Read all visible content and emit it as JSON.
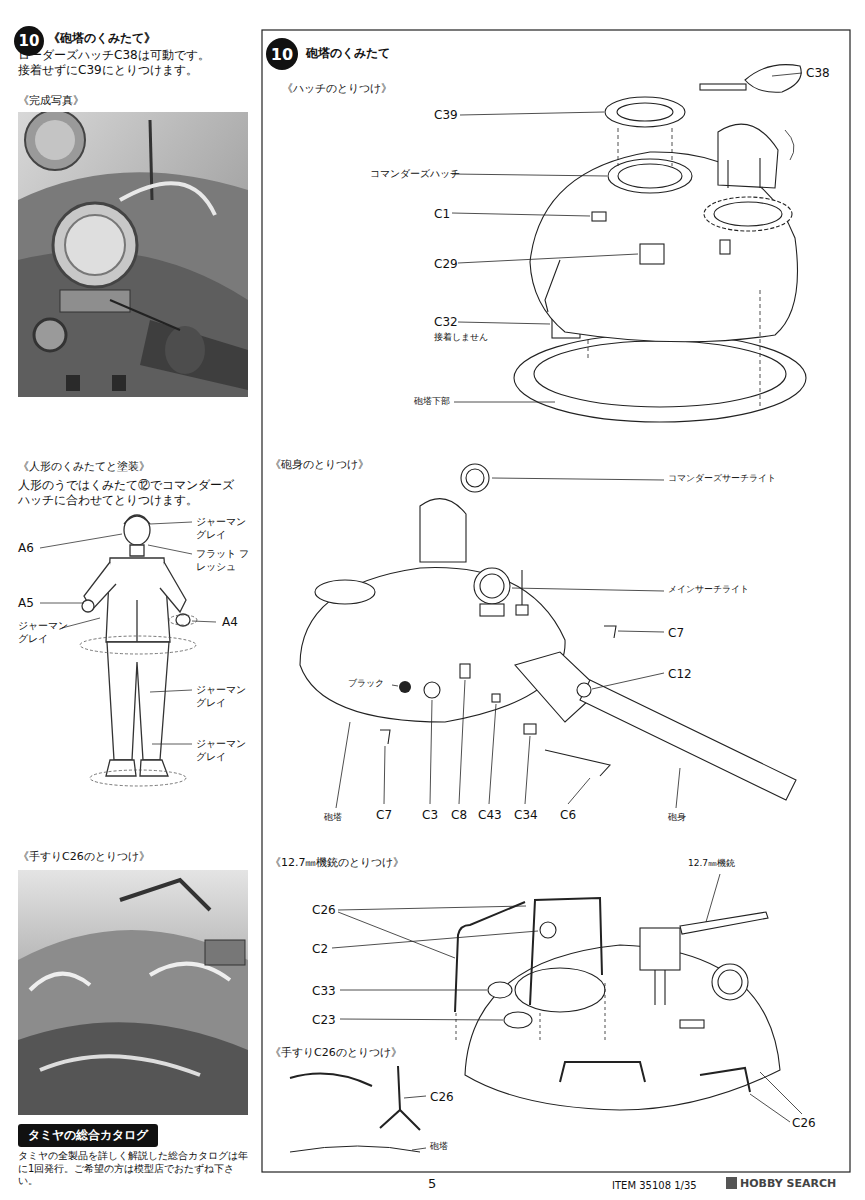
{
  "diagram": {
    "nodes": [
      {
        "text": [
          "10"
        ]
      },
      {
        "text": [
          "10"
        ]
      },
      {
        "text": [
          "タミヤの総合カタログ"
        ]
      }
    ],
    "labels": [
      "《砲塔のくみたて》",
      "ローダーズハッチC38は可動です。 接着せずにC39にとりつけます。",
      "《完成写真》",
      "《人形のくみたてと塗装》",
      "人形のうではくみたて⑫でコマンダーズハッチに合わせてとりつけます。",
      "ジャーマン グレイ",
      "A6",
      "フラット フレッシュ",
      "A5",
      "A4",
      "ジャーマン グレイ",
      "ジャーマン グレイ",
      "ジャーマン グレイ",
      "《手すりC26のとりつけ》",
      "タミヤの全製品を詳しく解説した総合カタログは年に1回発行。ご希望の方は模型店でおたずね下さい。",
      "砲塔のくみたて",
      "《ハッチのとりつけ》",
      "C38",
      "C39",
      "コマンダーズハッチ",
      "C1",
      "C29",
      "C32",
      "接着しません",
      "砲塔下部",
      "《砲身のとりつけ》",
      "コマンダーズサーチライト",
      "メインサーチライト",
      "C7",
      "C12",
      "ブラック",
      "砲塔",
      "C7",
      "C3",
      "C8",
      "C43",
      "C34",
      "C6",
      "砲身",
      "《12.7㎜機銃のとりつけ》",
      "12.7㎜機銃",
      "C26",
      "C2",
      "C33",
      "C23",
      "《手すりC26のとりつけ》",
      "C26",
      "砲塔",
      "C26",
      "5",
      "ITEM 35108 1/35",
      "HOBBY SEARCH"
    ]
  }
}
